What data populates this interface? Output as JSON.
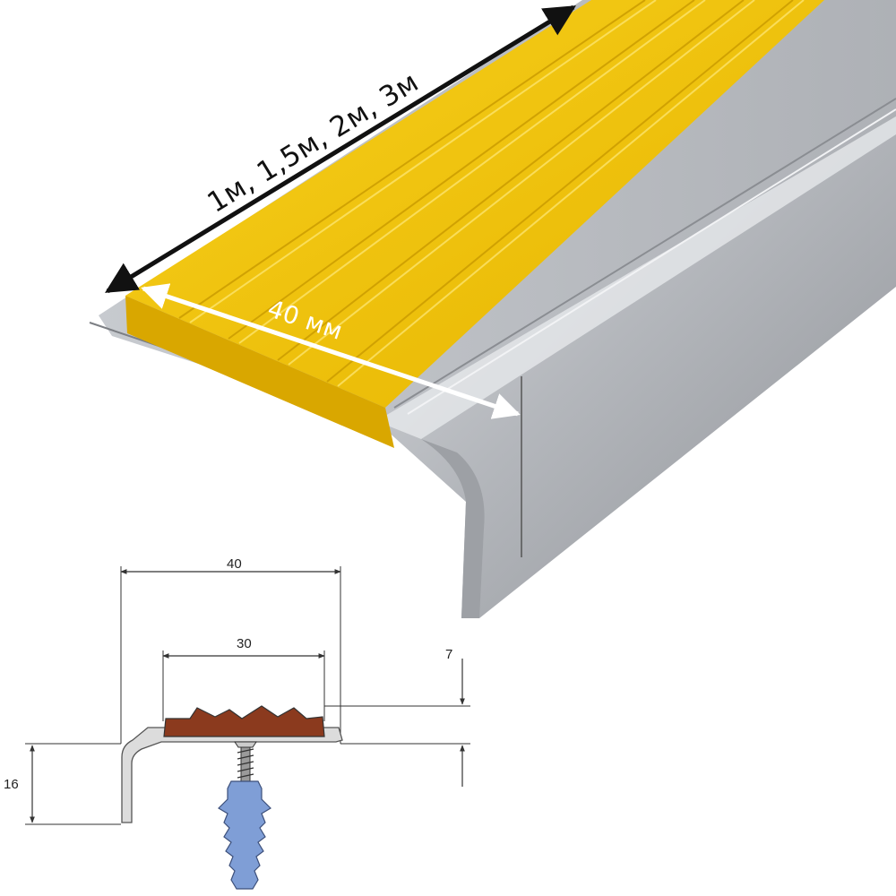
{
  "product": {
    "length_label": "1м, 1,5м, 2м, 3м",
    "width_label": "40 мм",
    "insert_color": "#f2c40f",
    "profile_color": "#b9bcc1"
  },
  "drawing": {
    "overall_width": "40",
    "insert_width": "30",
    "insert_height": "7",
    "profile_height": "16",
    "insert_section_color": "#8b3a1e",
    "dowel_color": "#7f9ed6"
  }
}
